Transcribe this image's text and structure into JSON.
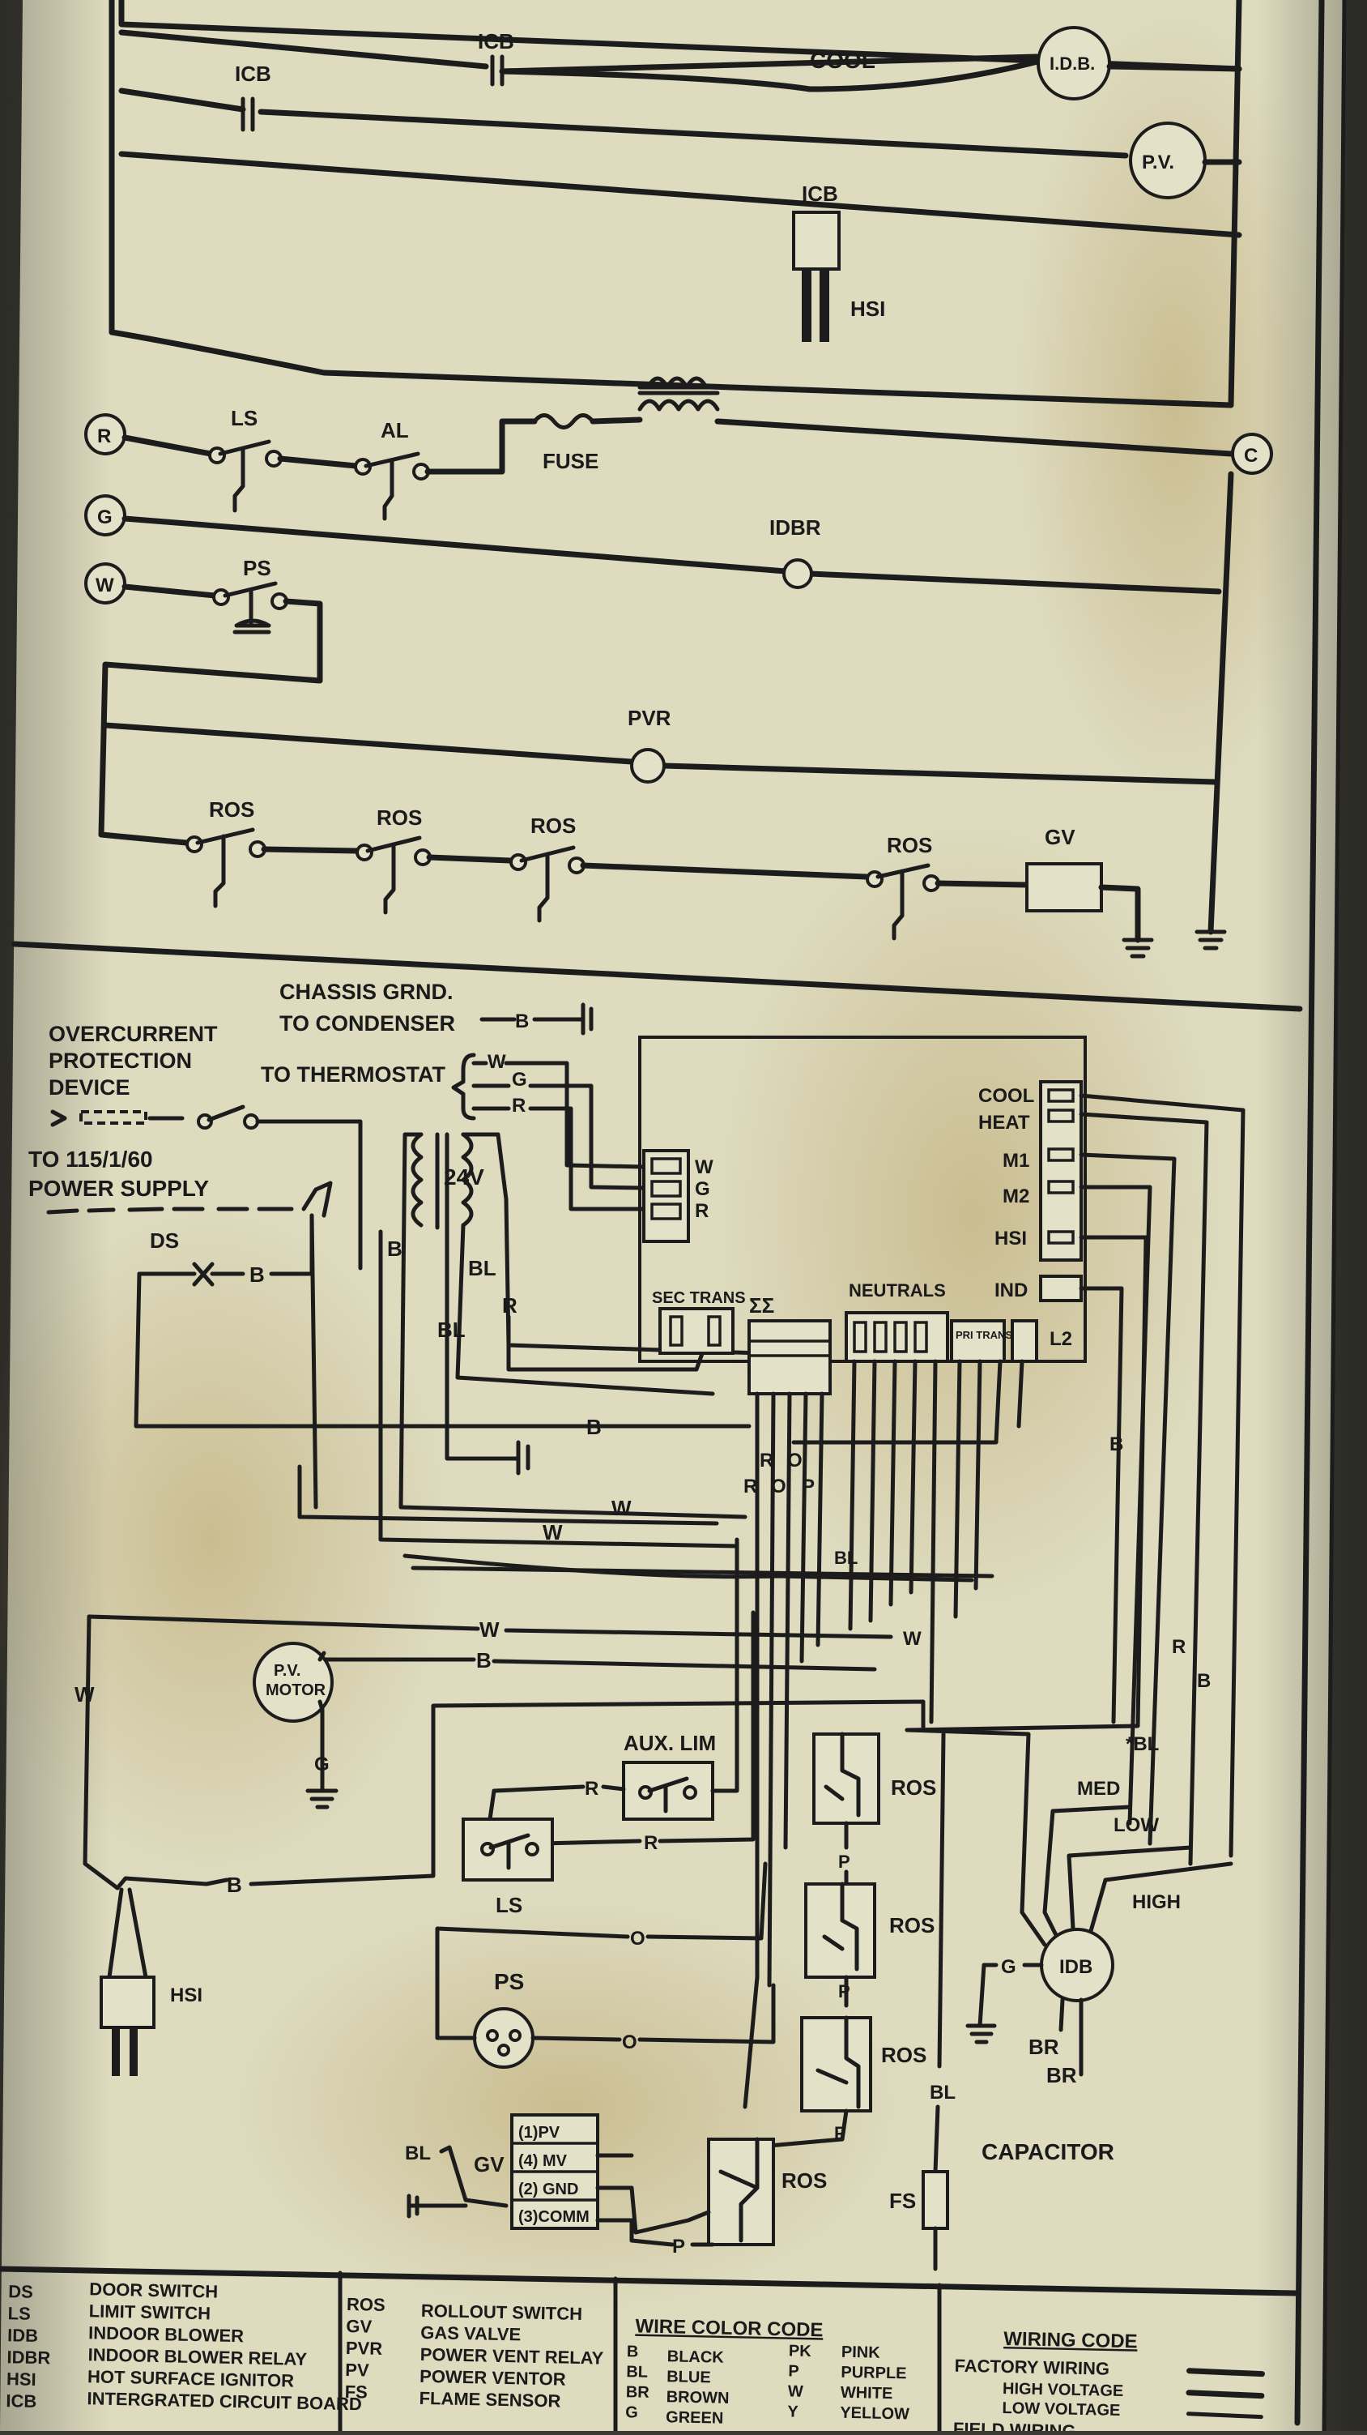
{
  "colors": {
    "paper": "#dedbbf",
    "ink": "#1c1c1c",
    "stain": "#b9a36a",
    "background": "#3b3a33"
  },
  "ladder": {
    "icb1": "ICB",
    "icb2": "ICB",
    "icb3": "ICB",
    "cool": "COOL",
    "idb": "I.D.B.",
    "pv": "P.V.",
    "hsi": "HSI",
    "r_terminal": "R",
    "c_terminal": "C",
    "g_terminal": "G",
    "w_terminal": "W",
    "ls": "LS",
    "al": "AL",
    "fuse": "FUSE",
    "idbr": "IDBR",
    "ps": "PS",
    "pvr": "PVR",
    "ros1": "ROS",
    "ros2": "ROS",
    "ros3": "ROS",
    "ros4": "ROS",
    "gv": "GV"
  },
  "wiring": {
    "chassis_line1": "CHASSIS GRND.",
    "chassis_line2": "TO CONDENSER",
    "chassis_wire": "B",
    "overcurrent_line1": "OVERCURRENT",
    "overcurrent_line2": "PROTECTION",
    "overcurrent_line3": "DEVICE",
    "to_thermostat": "TO THERMOSTAT",
    "tstat_w": "W",
    "tstat_g": "G",
    "tstat_r": "R",
    "supply_line1": "TO 115/1/60",
    "supply_line2": "POWER SUPPLY",
    "ds": "DS",
    "ds_wire": "B",
    "trans_24v": "24V",
    "wire_b_left": "B",
    "wire_bl1": "BL",
    "wire_r_trans": "R",
    "wire_bl2": "BL",
    "board_w": "W",
    "board_g": "G",
    "board_r": "R",
    "sec_trans": "SEC TRANS",
    "neutrals": "NEUTRALS",
    "cool": "COOL",
    "heat": "HEAT",
    "m1": "M1",
    "m2": "M2",
    "hsi_term": "HSI",
    "ind": "IND",
    "l2": "L2",
    "pri_trans": "PRI TRANS",
    "plug_codes": "ΣΣ",
    "harness_r1": "R",
    "harness_o1": "O",
    "harness_r2": "R",
    "harness_o2": "O",
    "harness_p": "P",
    "w_mid": "W",
    "b_mid": "B",
    "w_lower": "W",
    "bl_mid": "BL",
    "w_right": "W",
    "w_pv": "W",
    "b_pv": "B",
    "w_left": "W",
    "pv_motor_line1": "P.V.",
    "pv_motor_line2": "MOTOR",
    "pv_ground": "G",
    "b_idb_right": "B",
    "r_idb": "R",
    "b_idb": "B",
    "bl_star": "*BL",
    "med": "MED",
    "low": "LOW",
    "high": "HIGH",
    "aux_lim": "AUX. LIM",
    "r_aux_top": "R",
    "r_aux_bot": "R",
    "ls": "LS",
    "b_hsi": "B",
    "hsi": "HSI",
    "ros_a": "ROS",
    "ros_b": "ROS",
    "ros_c": "ROS",
    "ros_d": "ROS",
    "p1": "P",
    "p2": "P",
    "p3": "P",
    "o_top": "O",
    "o_bot": "O",
    "ps": "PS",
    "g_idb": "G",
    "idb": "IDB",
    "br1": "BR",
    "br2": "BR",
    "capacitor": "CAPACITOR",
    "bl_fs": "BL",
    "fs": "FS",
    "gv_bl": "BL",
    "gv": "GV",
    "gv_pv": "(1)PV",
    "gv_mv": "(4) MV",
    "gv_gnd": "(2) GND",
    "gv_comm": "(3)COMM",
    "p_gv": "P"
  },
  "legend": {
    "abbr": [
      {
        "code": "DS",
        "desc": "DOOR SWITCH"
      },
      {
        "code": "LS",
        "desc": "LIMIT SWITCH"
      },
      {
        "code": "IDB",
        "desc": "INDOOR BLOWER"
      },
      {
        "code": "IDBR",
        "desc": "INDOOR BLOWER RELAY"
      },
      {
        "code": "HSI",
        "desc": "HOT SURFACE IGNITOR"
      },
      {
        "code": "ICB",
        "desc": "INTERGRATED CIRCUIT BOARD"
      }
    ],
    "abbr2": [
      {
        "code": "ROS",
        "desc": "ROLLOUT SWITCH"
      },
      {
        "code": "GV",
        "desc": "GAS VALVE"
      },
      {
        "code": "PVR",
        "desc": "POWER VENT RELAY"
      },
      {
        "code": "PV",
        "desc": "POWER VENTOR"
      },
      {
        "code": "FS",
        "desc": "FLAME SENSOR"
      }
    ],
    "wire_color_title": "WIRE COLOR CODE",
    "colors_left": [
      "B",
      "BLACK",
      "BL",
      "BLUE",
      "BR",
      "BROWN",
      "G",
      "GREEN"
    ],
    "colors_right": [
      "PK",
      "PINK",
      "P",
      "PURPLE",
      "W",
      "WHITE",
      "Y",
      "YELLOW"
    ],
    "wiring_code_title": "WIRING CODE",
    "factory": "FACTORY WIRING",
    "high_v": "HIGH VOLTAGE",
    "low_v": "LOW VOLTAGE",
    "field": "FIELD WIRING"
  }
}
